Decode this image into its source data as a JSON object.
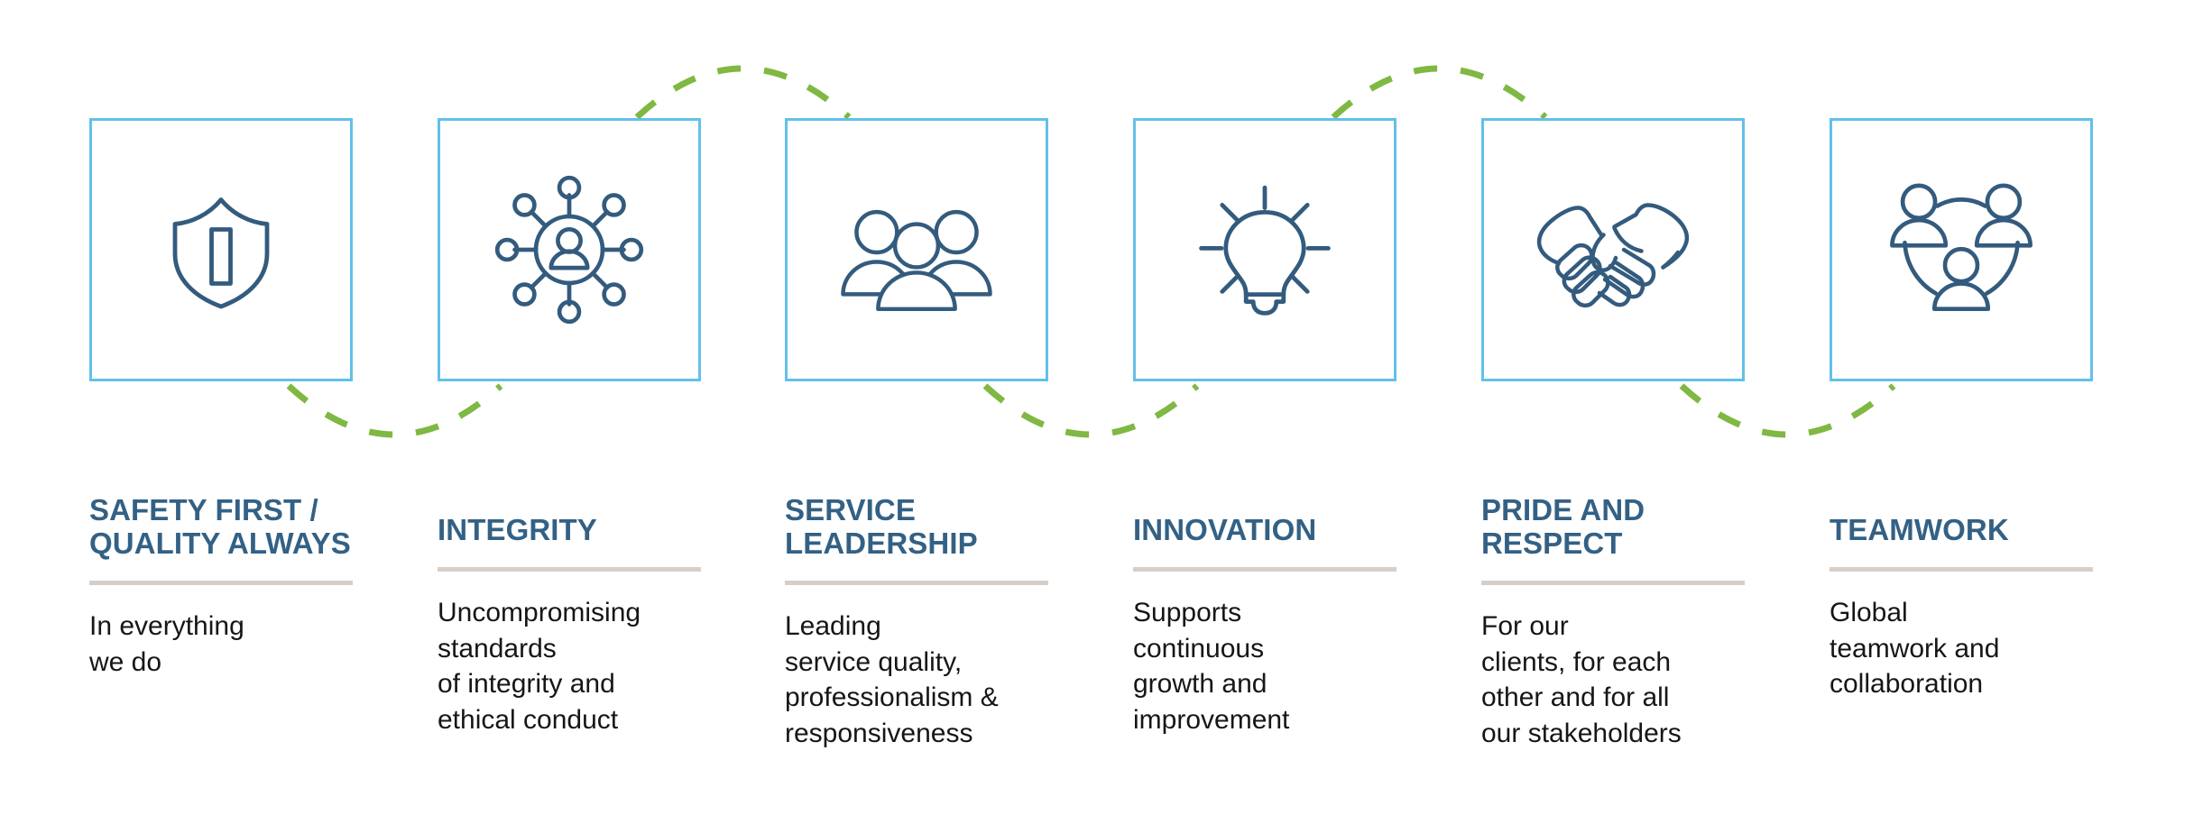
{
  "page": {
    "background": "#ffffff",
    "title_color": "#336185",
    "body_color": "#161616",
    "box_border_color": "#62C0EA",
    "rule_color": "#D7CFC7",
    "connector_color": "#7FB842",
    "icon_stroke_color": "#335B7E"
  },
  "columns": [
    {
      "id": "safety-first-quality-always",
      "icon_name": "shield-icon",
      "title": "SAFETY FIRST /\nQUALITY ALWAYS",
      "body": "In everything\nwe do"
    },
    {
      "id": "integrity",
      "icon_name": "network-person-icon",
      "title": "INTEGRITY",
      "body": "Uncompromising\nstandards\nof integrity and\nethical conduct"
    },
    {
      "id": "service-leadership",
      "icon_name": "three-people-icon",
      "title": "SERVICE\nLEADERSHIP",
      "body": "Leading\nservice quality,\nprofessionalism &\nresponsiveness"
    },
    {
      "id": "innovation",
      "icon_name": "lightbulb-icon",
      "title": "INNOVATION",
      "body": "Supports\ncontinuous\ngrowth and\nimprovement"
    },
    {
      "id": "pride-and-respect",
      "icon_name": "handshake-icon",
      "title": "PRIDE AND\nRESPECT",
      "body": "For our\nclients, for each\nother and for all\nour stakeholders"
    },
    {
      "id": "teamwork",
      "icon_name": "team-triangle-icon",
      "title": "TEAMWORK",
      "body": "Global\nteamwork and\ncollaboration"
    }
  ],
  "connectors": [
    {
      "name": "connector-arc-1-2",
      "direction": "down"
    },
    {
      "name": "connector-arc-2-3",
      "direction": "up"
    },
    {
      "name": "connector-arc-3-4",
      "direction": "down"
    },
    {
      "name": "connector-arc-4-5",
      "direction": "up"
    },
    {
      "name": "connector-arc-5-6",
      "direction": "down"
    }
  ]
}
